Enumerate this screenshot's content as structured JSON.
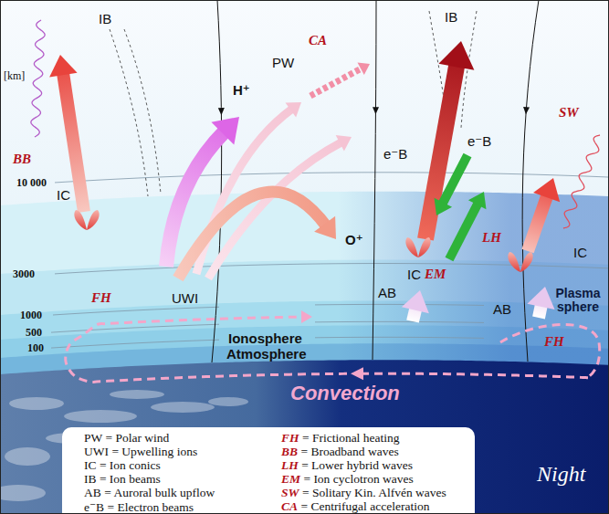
{
  "diagram": {
    "labels": [
      "[km]",
      "10 000",
      "3000",
      "1000",
      "500",
      "100",
      "IB",
      "BB",
      "IC",
      "H⁺",
      "UWI",
      "PW",
      "CA",
      "O⁺",
      "IB",
      "e⁻B",
      "e⁻B",
      "SW",
      "LH",
      "IC",
      "IC",
      "EM",
      "AB",
      "AB",
      "FH",
      "FH",
      "Ionosphere",
      "Atmosphere",
      "Plasma sphere",
      "Convection",
      "Night"
    ],
    "legend": [
      {
        "text": "PW = Polar wind"
      },
      {
        "text": "UWI = Upwelling ions"
      },
      {
        "text": "IC = Ion conics"
      },
      {
        "text": "IB = Ion beams"
      },
      {
        "text": "AB = Auroral bulk upflow"
      },
      {
        "text": "e⁻B = Electron beams"
      },
      {
        "text": "FH = Frictional heating"
      },
      {
        "text": "BB = Broadband waves"
      },
      {
        "text": "LH = Lower hybrid waves"
      },
      {
        "text": "EM = Ion cyclotron waves"
      },
      {
        "text": "SW = Solitary Kin. Alfvén waves"
      },
      {
        "text": "CA = Centrifugal acceleration"
      }
    ]
  }
}
